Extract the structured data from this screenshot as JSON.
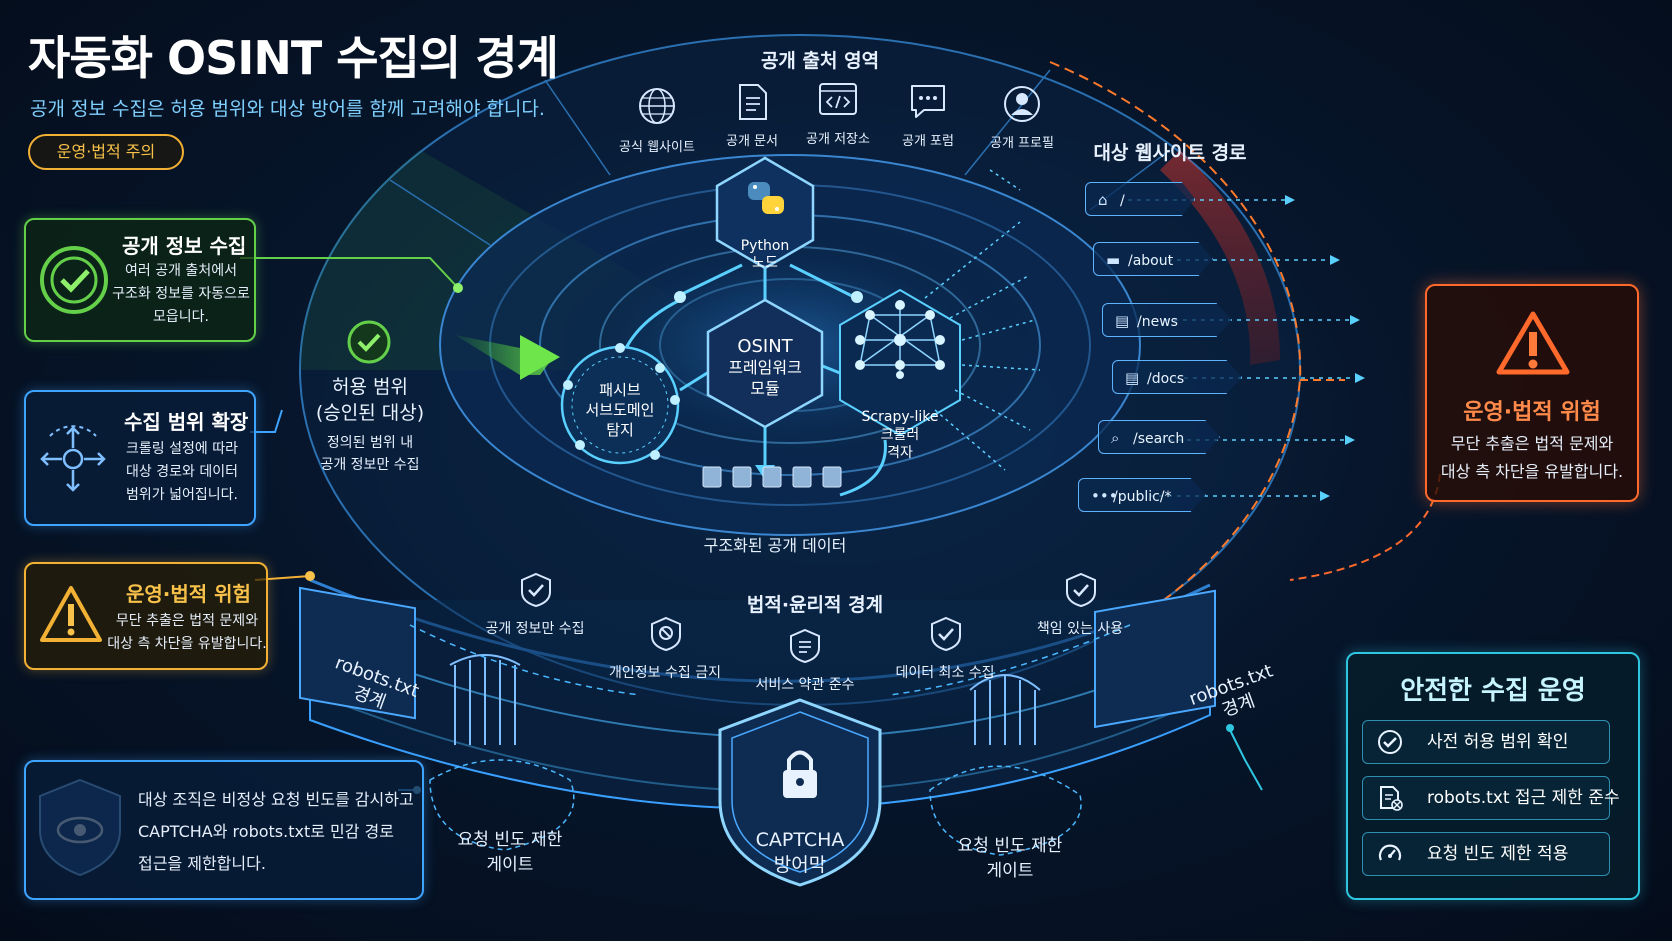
{
  "title": "자동화 OSINT 수집의 경계",
  "subtitle": "공개 정보 수집은 허용 범위와 대상 방어를 함께 고려해야 합니다.",
  "ops_badge": "운영·법적 주의",
  "cards": {
    "collect": {
      "title": "공개 정보 수집",
      "lines": [
        "여러 공개 출처에서",
        "구조화 정보를 자동으로",
        "모읍니다."
      ]
    },
    "expand": {
      "title": "수집 범위 확장",
      "lines": [
        "크롤링 설정에 따라",
        "대상 경로와 데이터",
        "범위가 넓어집니다."
      ]
    },
    "risk_left": {
      "title": "운영·법적 위험",
      "lines": [
        "무단 추출은 법적 문제와",
        "대상 측 차단을 유발합니다."
      ]
    },
    "defense": {
      "lines": [
        "대상 조직은 비정상 요청 빈도를 감시하고",
        "CAPTCHA와 robots.txt로 민감 경로",
        "접근을 제한합니다."
      ]
    },
    "risk_right": {
      "title": "운영·법적 위험",
      "lines": [
        "무단 추출은 법적 문제와",
        "대상 측 차단을 유발합니다."
      ]
    }
  },
  "sources": {
    "title": "공개 출처 영역",
    "items": [
      {
        "label": "공식 웹사이트",
        "icon": "globe-icon"
      },
      {
        "label": "공개 문서",
        "icon": "document-icon"
      },
      {
        "label": "공개 저장소",
        "icon": "code-repo-icon"
      },
      {
        "label": "공개 포럼",
        "icon": "chat-bubble-icon"
      },
      {
        "label": "공개 프로필",
        "icon": "user-profile-icon"
      }
    ]
  },
  "scope": {
    "title": "허용 범위",
    "subtitle": "(승인된 대상)",
    "lines": [
      "정의된 범위 내",
      "공개 정보만 수집"
    ]
  },
  "core": {
    "python": [
      "Python",
      "노드"
    ],
    "framework": [
      "OSINT",
      "프레임워크",
      "모듈"
    ],
    "passive": [
      "패시브",
      "서브도메인",
      "탐지"
    ],
    "scrapy": [
      "Scrapy-like",
      "크롤러",
      "격자"
    ],
    "structured": "구조화된 공개 데이터"
  },
  "target": {
    "title": "대상 웹사이트 경로",
    "paths": [
      {
        "label": "/",
        "icon": "home-icon"
      },
      {
        "label": "/about",
        "icon": "folder-icon"
      },
      {
        "label": "/news",
        "icon": "file-icon"
      },
      {
        "label": "/docs",
        "icon": "file-icon"
      },
      {
        "label": "/search",
        "icon": "search-icon"
      },
      {
        "label": "/public/*",
        "icon": "more-icon"
      }
    ]
  },
  "ethics": {
    "title": "법적·윤리적 경계",
    "items": [
      {
        "label": "공개 정보만 수집",
        "icon": "shield-check-icon"
      },
      {
        "label": "개인정보 수집 금지",
        "icon": "shield-no-icon"
      },
      {
        "label": "서비스 약관 준수",
        "icon": "shield-doc-icon"
      },
      {
        "label": "데이터 최소 수집",
        "icon": "shield-check-icon"
      },
      {
        "label": "책임 있는 사용",
        "icon": "shield-check-icon"
      }
    ]
  },
  "gates": {
    "robots_left": [
      "robots.txt",
      "경계"
    ],
    "robots_right": [
      "robots.txt",
      "경계"
    ],
    "rate_left": [
      "요청 빈도 제한",
      "게이트"
    ],
    "rate_right": [
      "요청 빈도 제한",
      "게이트"
    ],
    "captcha": [
      "CAPTCHA",
      "방어막"
    ]
  },
  "safe_ops": {
    "title": "안전한 수집 운영",
    "items": [
      {
        "label": "사전 허용 범위 확인",
        "icon": "check-circle-icon"
      },
      {
        "label": "robots.txt 접근 제한 준수",
        "icon": "file-block-icon"
      },
      {
        "label": "요청 빈도 제한 적용",
        "icon": "gauge-icon"
      }
    ]
  },
  "colors": {
    "accent": "#3ea4ff",
    "green": "#64d04a",
    "warning": "#f2b134",
    "danger": "#ff6a2c",
    "cyan": "#2fc6e0"
  }
}
